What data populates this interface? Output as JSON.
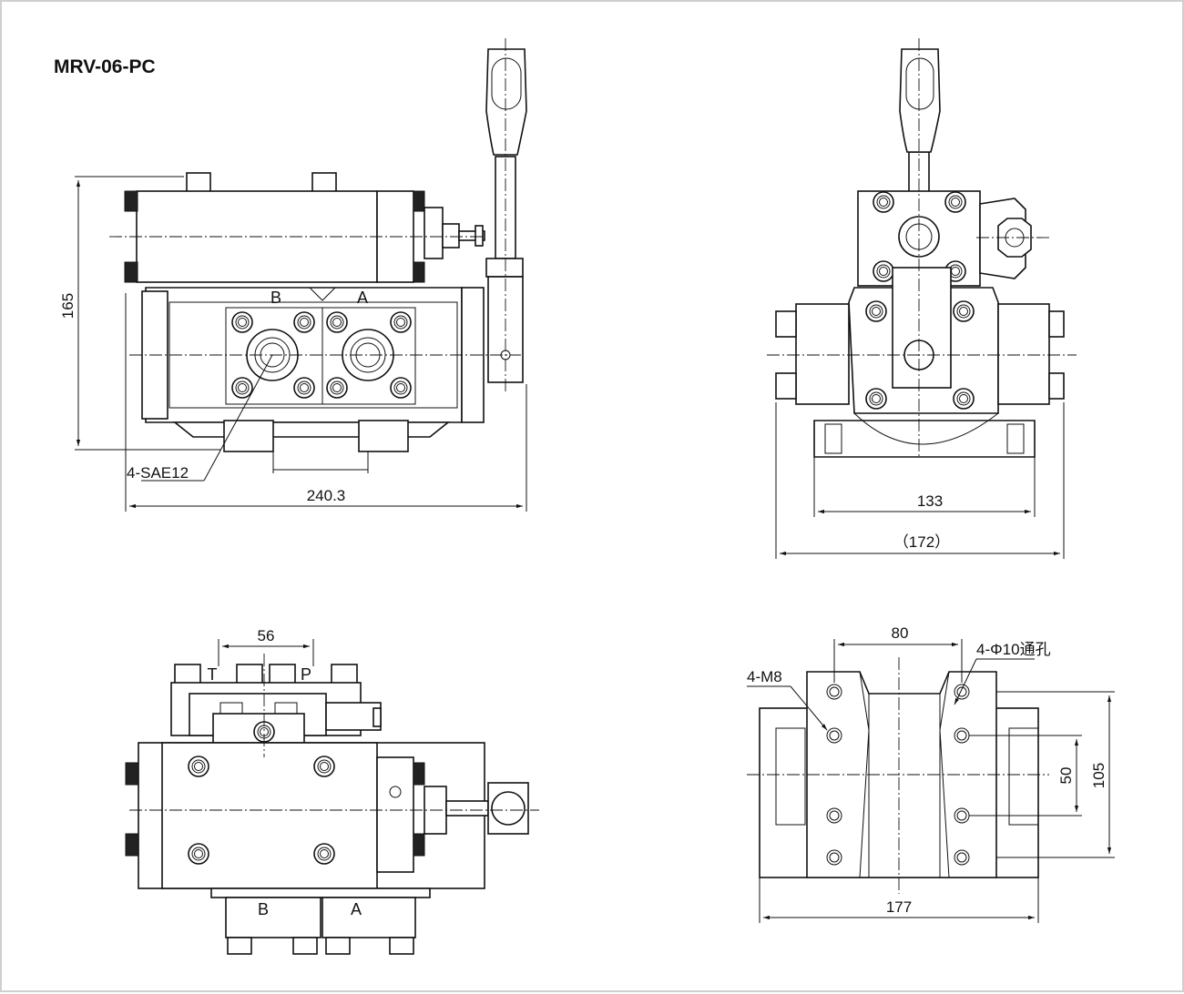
{
  "title": "MRV-06-PC",
  "front_view": {
    "port_b": "B",
    "port_a": "A",
    "height_dim": "165",
    "width_dim": "240.3",
    "port_callout": "4-SAE12"
  },
  "side_view": {
    "base_width_dim": "133",
    "overall_width_dim": "（172）"
  },
  "top_view": {
    "spacing_dim": "56",
    "port_t": "T",
    "port_p": "P",
    "port_b": "B",
    "port_a": "A"
  },
  "bottom_view": {
    "hole_spacing_dim": "80",
    "through_hole_callout": "4-Φ10通孔",
    "thread_callout": "4-M8",
    "inner_height_dim": "50",
    "outer_height_dim": "105",
    "width_dim": "177"
  }
}
